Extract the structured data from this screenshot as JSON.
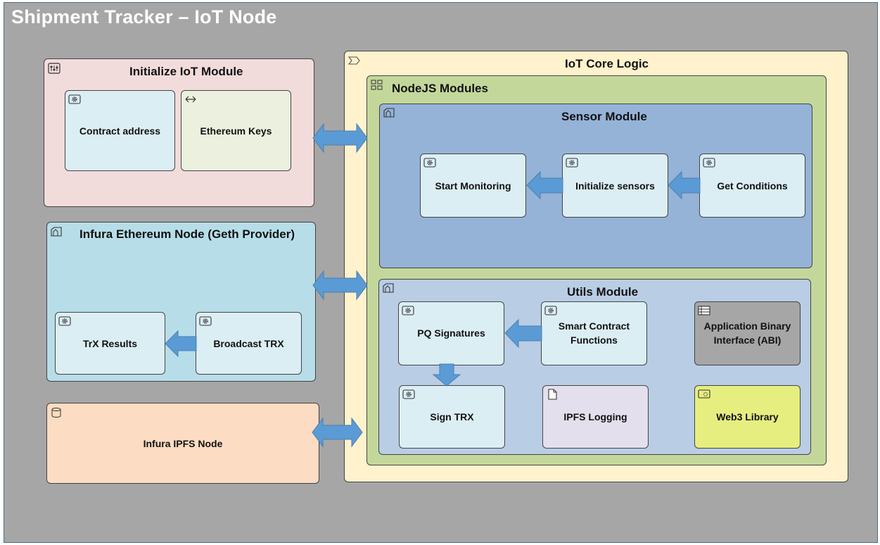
{
  "title": "Shipment Tracker – IoT Node",
  "groups": {
    "init": {
      "label": "Initialize IoT Module",
      "icon": "equalizer-icon"
    },
    "infura_eth": {
      "label": "Infura Ethereum Node (Geth Provider)",
      "icon": "node-icon"
    },
    "infura_ipfs": {
      "label": "Infura IPFS Node",
      "icon": "database-icon"
    },
    "core": {
      "label": "IoT Core Logic",
      "icon": "chevron-tag-icon"
    },
    "nodejs": {
      "label": "NodeJS Modules",
      "icon": "grid-icon"
    },
    "sensor": {
      "label": "Sensor Module",
      "icon": "node-icon"
    },
    "utils": {
      "label": "Utils Module",
      "icon": "node-icon"
    }
  },
  "nodes": {
    "contract_address": "Contract address",
    "ethereum_keys": "Ethereum Keys",
    "trx_results": "TrX Results",
    "broadcast_trx": "Broadcast TRX",
    "start_monitoring": "Start Monitoring",
    "initialize_sensors": "Initialize sensors",
    "get_conditions": "Get Conditions",
    "pq_signatures": "PQ Signatures",
    "smart_contract_functions": "Smart Contract\nFunctions",
    "abi": "Application Binary\nInterface (ABI)",
    "sign_trx": "Sign TRX",
    "ipfs_logging": "IPFS Logging",
    "web3_library": "Web3 Library"
  },
  "icons": {
    "gear": "gear-icon",
    "swap": "swap-icon",
    "table": "table-icon",
    "document": "document-icon",
    "device": "device-icon"
  },
  "colors": {
    "background": "#a6a6a6",
    "init_fill": "#f2dcdb",
    "eth_fill": "#b7dde8",
    "ipfs_fill": "#fcdcc2",
    "core_fill": "#fff2cc",
    "nodejs_fill": "#c4d79b",
    "sensor_fill": "#95b3d7",
    "utils_fill": "#b9cde5",
    "node_fill": "#dbeef4",
    "keys_fill": "#ebf1de",
    "abi_fill": "#a6a6a6",
    "ipfs_logging_fill": "#e4dfec",
    "web3_fill": "#e6ee7f",
    "arrow": "#5b9bd5"
  }
}
